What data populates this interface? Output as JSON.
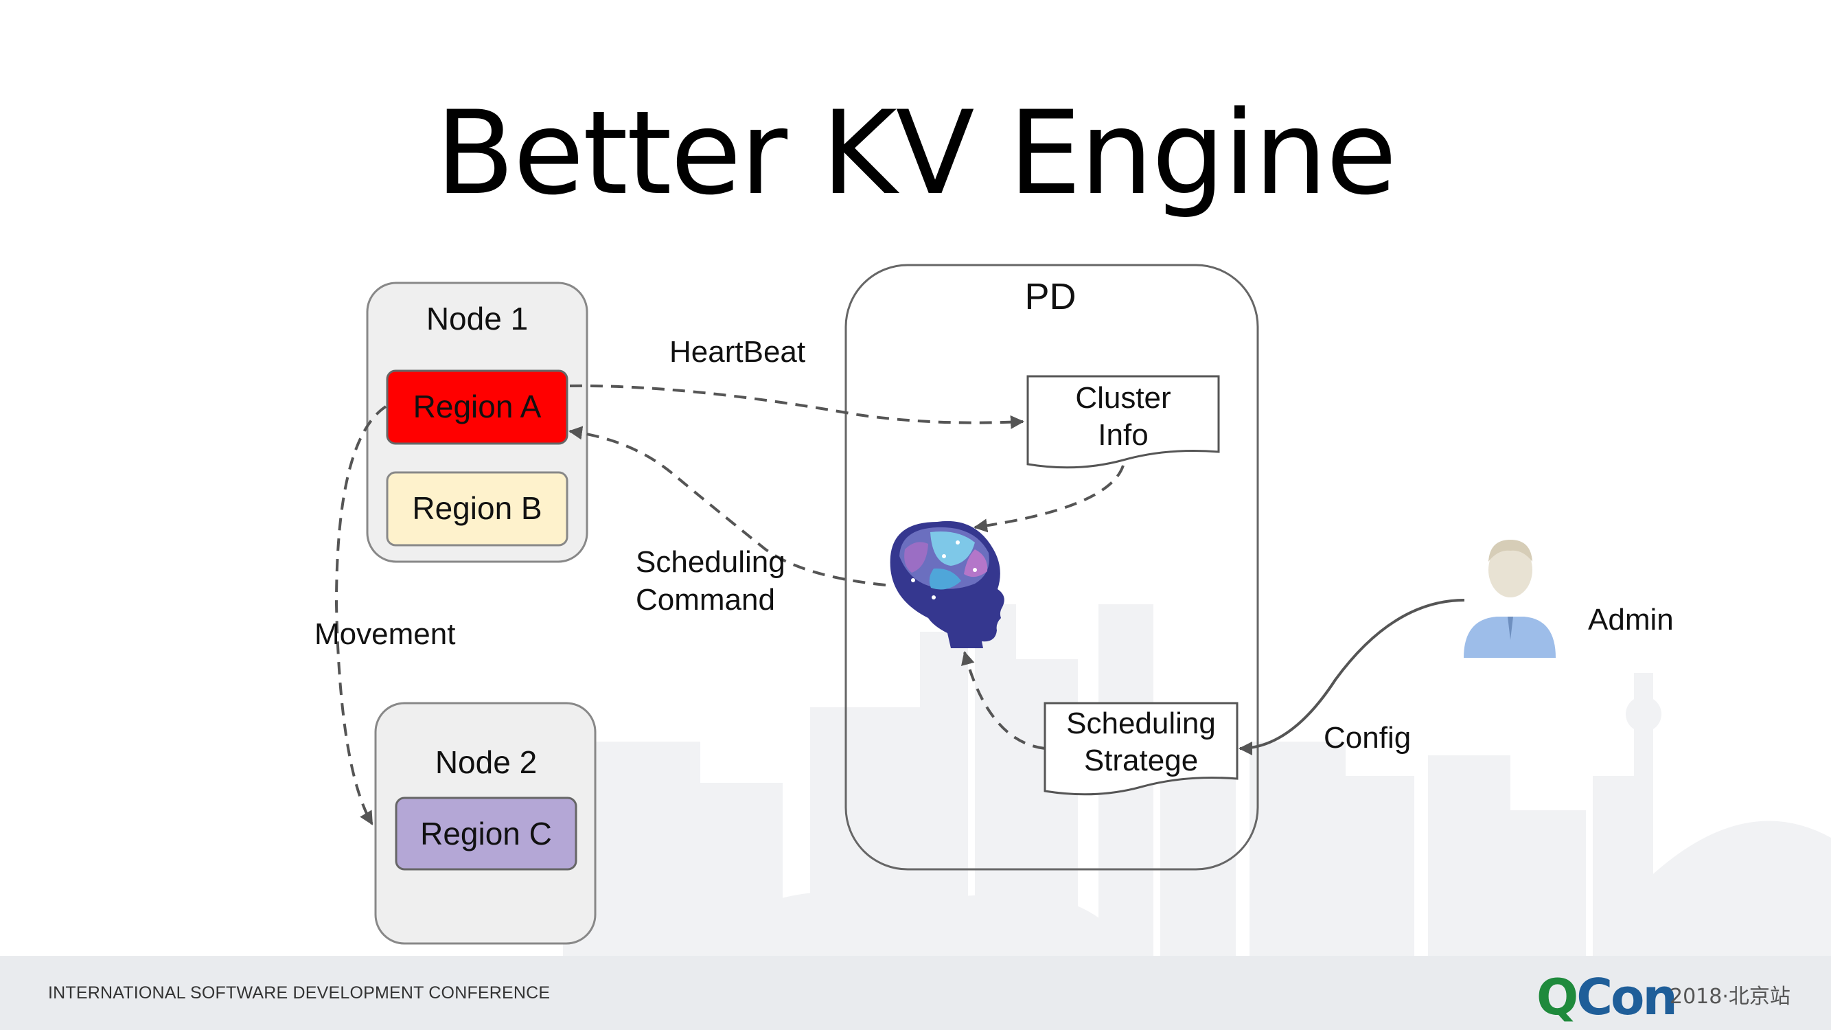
{
  "slide": {
    "title": "Better KV Engine"
  },
  "node1": {
    "label": "Node 1",
    "regions": [
      "Region A",
      "Region B"
    ]
  },
  "node2": {
    "label": "Node 2",
    "regions": [
      "Region C"
    ]
  },
  "pd": {
    "label": "PD",
    "cluster_info": [
      "Cluster",
      "Info"
    ],
    "scheduling_strategy": [
      "Scheduling",
      "Stratege"
    ]
  },
  "edges": {
    "heartbeat": "HeartBeat",
    "scheduling_command": [
      "Scheduling",
      "Command"
    ],
    "movement": "Movement",
    "config": "Config"
  },
  "admin": {
    "label": "Admin"
  },
  "colors": {
    "region_a": "#ff0000",
    "region_b": "#fef2cc",
    "region_c": "#b4a7d6",
    "node_fill": "#efefef",
    "arrow": "#555555"
  },
  "icons": {
    "brain": "brain-head-icon",
    "admin": "user-avatar-icon"
  },
  "footer": {
    "conference": "INTERNATIONAL SOFTWARE DEVELOPMENT CONFERENCE",
    "logo_q": "Q",
    "logo_rest": "Con",
    "logo_sub": "2018·北京站"
  }
}
